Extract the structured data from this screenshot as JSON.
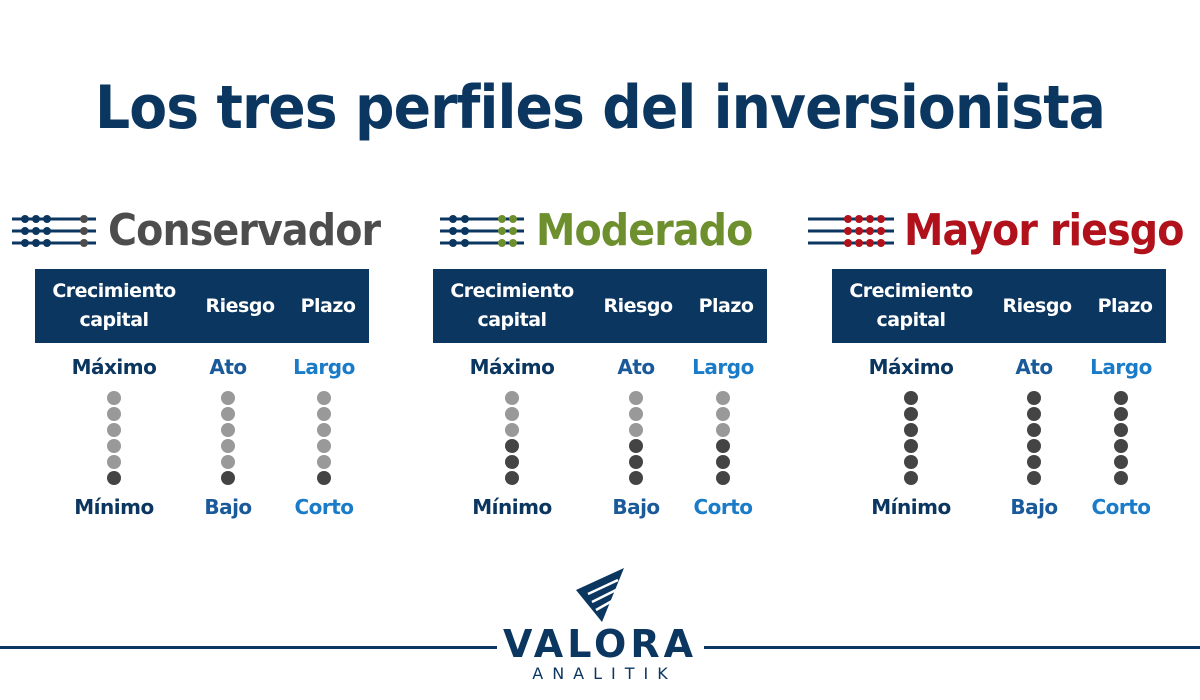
{
  "title": "Los tres perfiles del inversionista",
  "colors": {
    "navy": "#0b3660",
    "conservador": "#4d4d4d",
    "moderado": "#6e8f2e",
    "mayor_riesgo": "#b0111b",
    "dot_light": "#999999",
    "dot_dark": "#444444",
    "label_mid_blue": "#1a5a9a",
    "label_light_blue": "#1a7cc8"
  },
  "table_headers": {
    "col1_line1": "Crecimiento",
    "col1_line2": "capital",
    "col2": "Riesgo",
    "col3": "Plazo"
  },
  "scale_labels": {
    "capital_top": "Máximo",
    "capital_bottom": "Mínimo",
    "riesgo_top": "Ato",
    "riesgo_bottom": "Bajo",
    "plazo_top": "Largo",
    "plazo_bottom": "Corto"
  },
  "profiles": [
    {
      "name": "Conservador",
      "icon": "abacus-icon",
      "dots_total": 6,
      "capital_dark_dots": 1,
      "riesgo_dark_dots": 1,
      "plazo_dark_dots": 1
    },
    {
      "name": "Moderado",
      "icon": "abacus-icon",
      "dots_total": 6,
      "capital_dark_dots": 3,
      "riesgo_dark_dots": 3,
      "plazo_dark_dots": 3
    },
    {
      "name": "Mayor riesgo",
      "icon": "abacus-icon",
      "dots_total": 6,
      "capital_dark_dots": 6,
      "riesgo_dark_dots": 6,
      "plazo_dark_dots": 6
    }
  ],
  "footer": {
    "logo_icon": "valora-wing-logo-icon",
    "brand": "VALORA",
    "brand_sub": "ANALITIK"
  }
}
